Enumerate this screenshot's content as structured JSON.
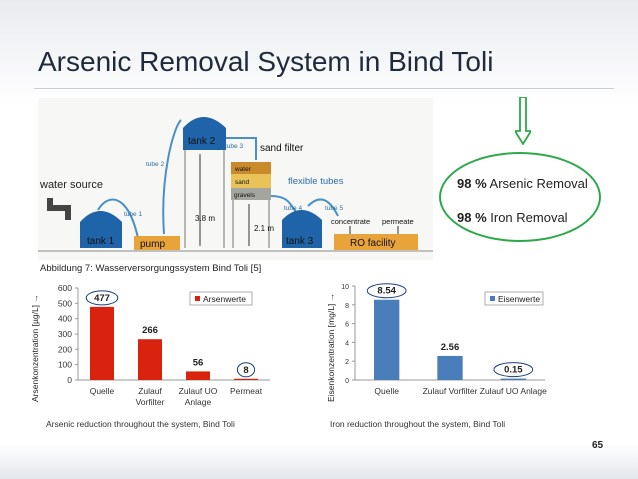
{
  "slide": {
    "title": "Arsenic Removal System in Bind Toli",
    "page_number": "65"
  },
  "diagram": {
    "labels": {
      "water_source": "water source",
      "tank1": "tank 1",
      "pump": "pump",
      "tank2": "tank 2",
      "tube1": "tube 1",
      "tube2": "tube 2",
      "tube3": "tube 3",
      "tube4": "tube 4",
      "tube5": "tube 5",
      "sand_filter": "sand filter",
      "water": "water",
      "sand": "sand",
      "gravels": "gravels",
      "flexible_tubes": "flexible tubes",
      "height_38": "3.8 m",
      "height_21": "2.1 m",
      "tank3": "tank 3",
      "concentrate": "concentrate",
      "permeate": "permeate",
      "ro_facility": "RO facility"
    },
    "caption": "Abbildung 7: Wasserversorgungssystem Bind Toli [5]"
  },
  "removal": {
    "arsenic_pct": "98 %",
    "arsenic_label": "Arsenic Removal",
    "iron_pct": "98 %",
    "iron_label": "Iron Removal"
  },
  "chart_data": [
    {
      "type": "bar",
      "categories": [
        "Quelle",
        "Zulauf Vorfilter",
        "Zulauf UO Anlage",
        "Permeat"
      ],
      "series": [
        {
          "name": "Arsenwerte",
          "values": [
            477,
            266,
            56,
            8
          ],
          "color": "#d9230f"
        }
      ],
      "data_labels": [
        "477",
        "266",
        "56",
        "8"
      ],
      "circled_labels": [
        "477",
        "8"
      ],
      "ylabel": "Arsenkonzentration [µg/L] →",
      "ylim": [
        0,
        600
      ],
      "yticks": [
        0,
        100,
        200,
        300,
        400,
        500,
        600
      ],
      "legend": "top-right",
      "caption": "Arsenic reduction throughout the system, Bind Toli"
    },
    {
      "type": "bar",
      "categories": [
        "Quelle",
        "Zulauf Vorfilter",
        "Zulauf UO Anlage"
      ],
      "series": [
        {
          "name": "Eisenwerte",
          "values": [
            8.54,
            2.56,
            0.15
          ],
          "color": "#4a7ebb"
        }
      ],
      "data_labels": [
        "8.54",
        "2.56",
        "0.15"
      ],
      "circled_labels": [
        "8.54",
        "0.15"
      ],
      "ylabel": "Eisenkonzentration [mg/L] →",
      "ylim": [
        0,
        10
      ],
      "yticks": [
        0,
        2,
        4,
        6,
        8,
        10
      ],
      "legend": "top-right",
      "caption": "Iron reduction throughout the system, Bind Toli"
    }
  ],
  "colors": {
    "title": "#1f2b3c",
    "arsenic_bar": "#d9230f",
    "iron_bar": "#4a7ebb",
    "highlight_green": "#2ea84a",
    "tank_blue": "#1f63a8",
    "pump_orange": "#e8a33a"
  }
}
